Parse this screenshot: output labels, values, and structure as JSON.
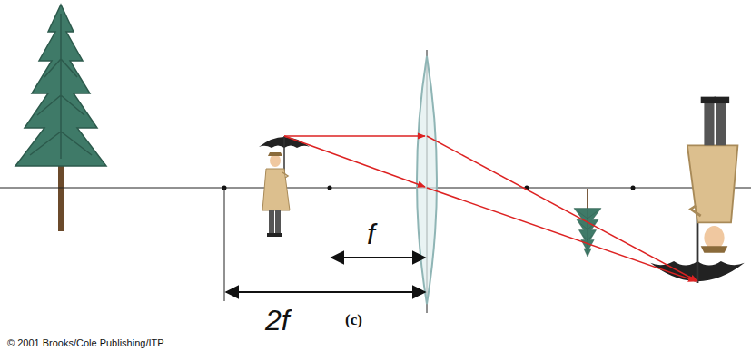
{
  "diagram": {
    "labels": [
      "f",
      "2f",
      "(c)",
      "© 2001 Brooks/Cole Publishing/ITP"
    ]
  }
}
